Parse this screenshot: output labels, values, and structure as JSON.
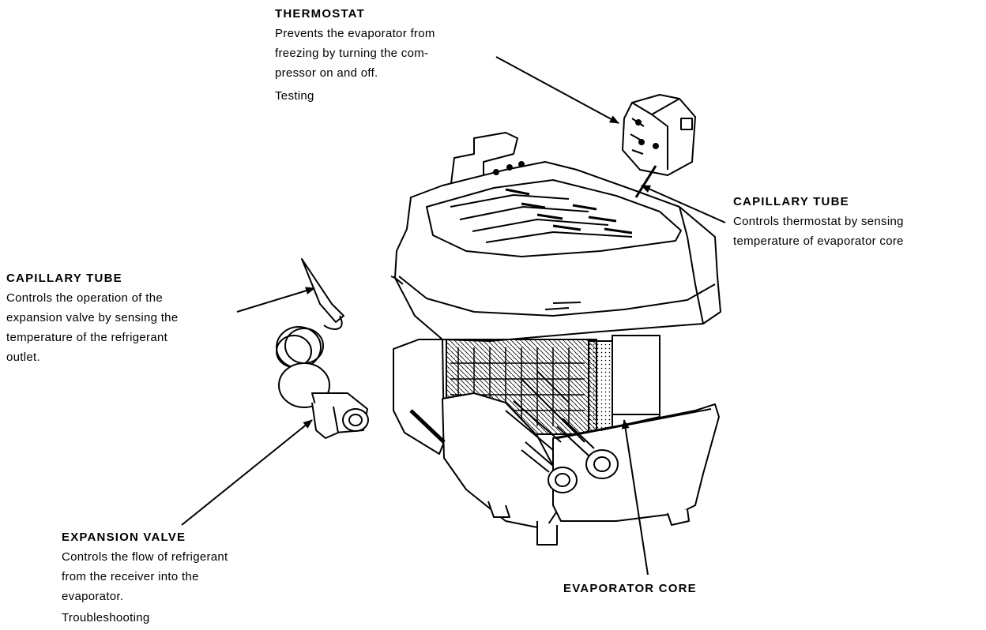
{
  "labels": {
    "thermostat": {
      "title": "THERMOSTAT",
      "lines": [
        "Prevents the evaporator from",
        "freezing by turning the com-",
        "pressor on and off."
      ],
      "link": "Testing"
    },
    "capillary_tube_right": {
      "title": "CAPILLARY TUBE",
      "lines": [
        "Controls thermostat by sensing",
        "temperature of evaporator core"
      ]
    },
    "capillary_tube_left": {
      "title": "CAPILLARY TUBE",
      "lines": [
        "Controls the operation of the",
        "expansion valve by sensing the",
        "temperature of the refrigerant",
        "outlet."
      ]
    },
    "expansion_valve": {
      "title": "EXPANSION VALVE",
      "lines": [
        "Controls the flow of refrigerant",
        "from the receiver into the",
        "evaporator."
      ],
      "link": "Troubleshooting"
    },
    "evaporator_core": {
      "title": "EVAPORATOR CORE"
    }
  },
  "colors": {
    "ink": "#000000",
    "background": "#ffffff"
  }
}
